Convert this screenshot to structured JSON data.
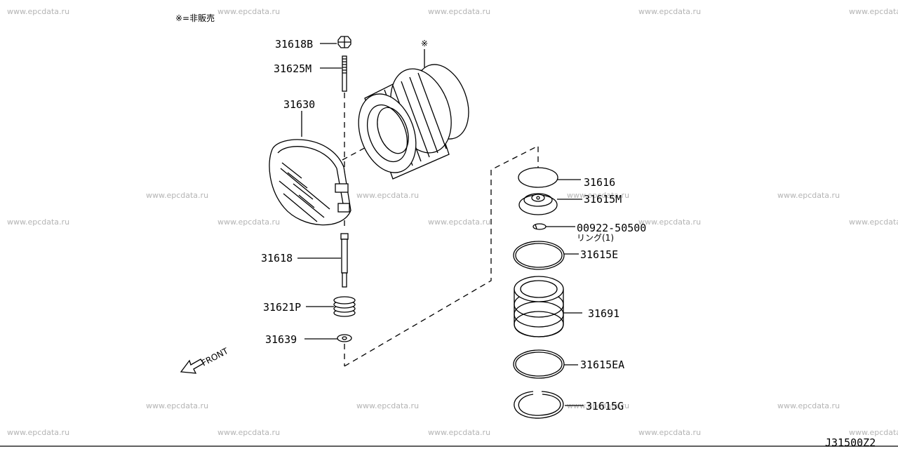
{
  "note": "※=非販売",
  "watermark": "www.epcdata.ru",
  "diagram_code": "J31500Z2",
  "front_label": "FRONT",
  "not_sold_mark": "※",
  "parts": [
    {
      "id": "p-31618b",
      "label": "31618B"
    },
    {
      "id": "p-31625m",
      "label": "31625M"
    },
    {
      "id": "p-31630",
      "label": "31630"
    },
    {
      "id": "p-31618",
      "label": "31618"
    },
    {
      "id": "p-31621p",
      "label": "31621P"
    },
    {
      "id": "p-31639",
      "label": "31639"
    },
    {
      "id": "p-31616",
      "label": "31616"
    },
    {
      "id": "p-31615m",
      "label": "31615M"
    },
    {
      "id": "p-00922",
      "label": "00922-50500",
      "sublabel": "リング(1)"
    },
    {
      "id": "p-31615e",
      "label": "31615E"
    },
    {
      "id": "p-31691",
      "label": "31691"
    },
    {
      "id": "p-31615ea",
      "label": "31615EA"
    },
    {
      "id": "p-31615g",
      "label": "31615G"
    }
  ]
}
